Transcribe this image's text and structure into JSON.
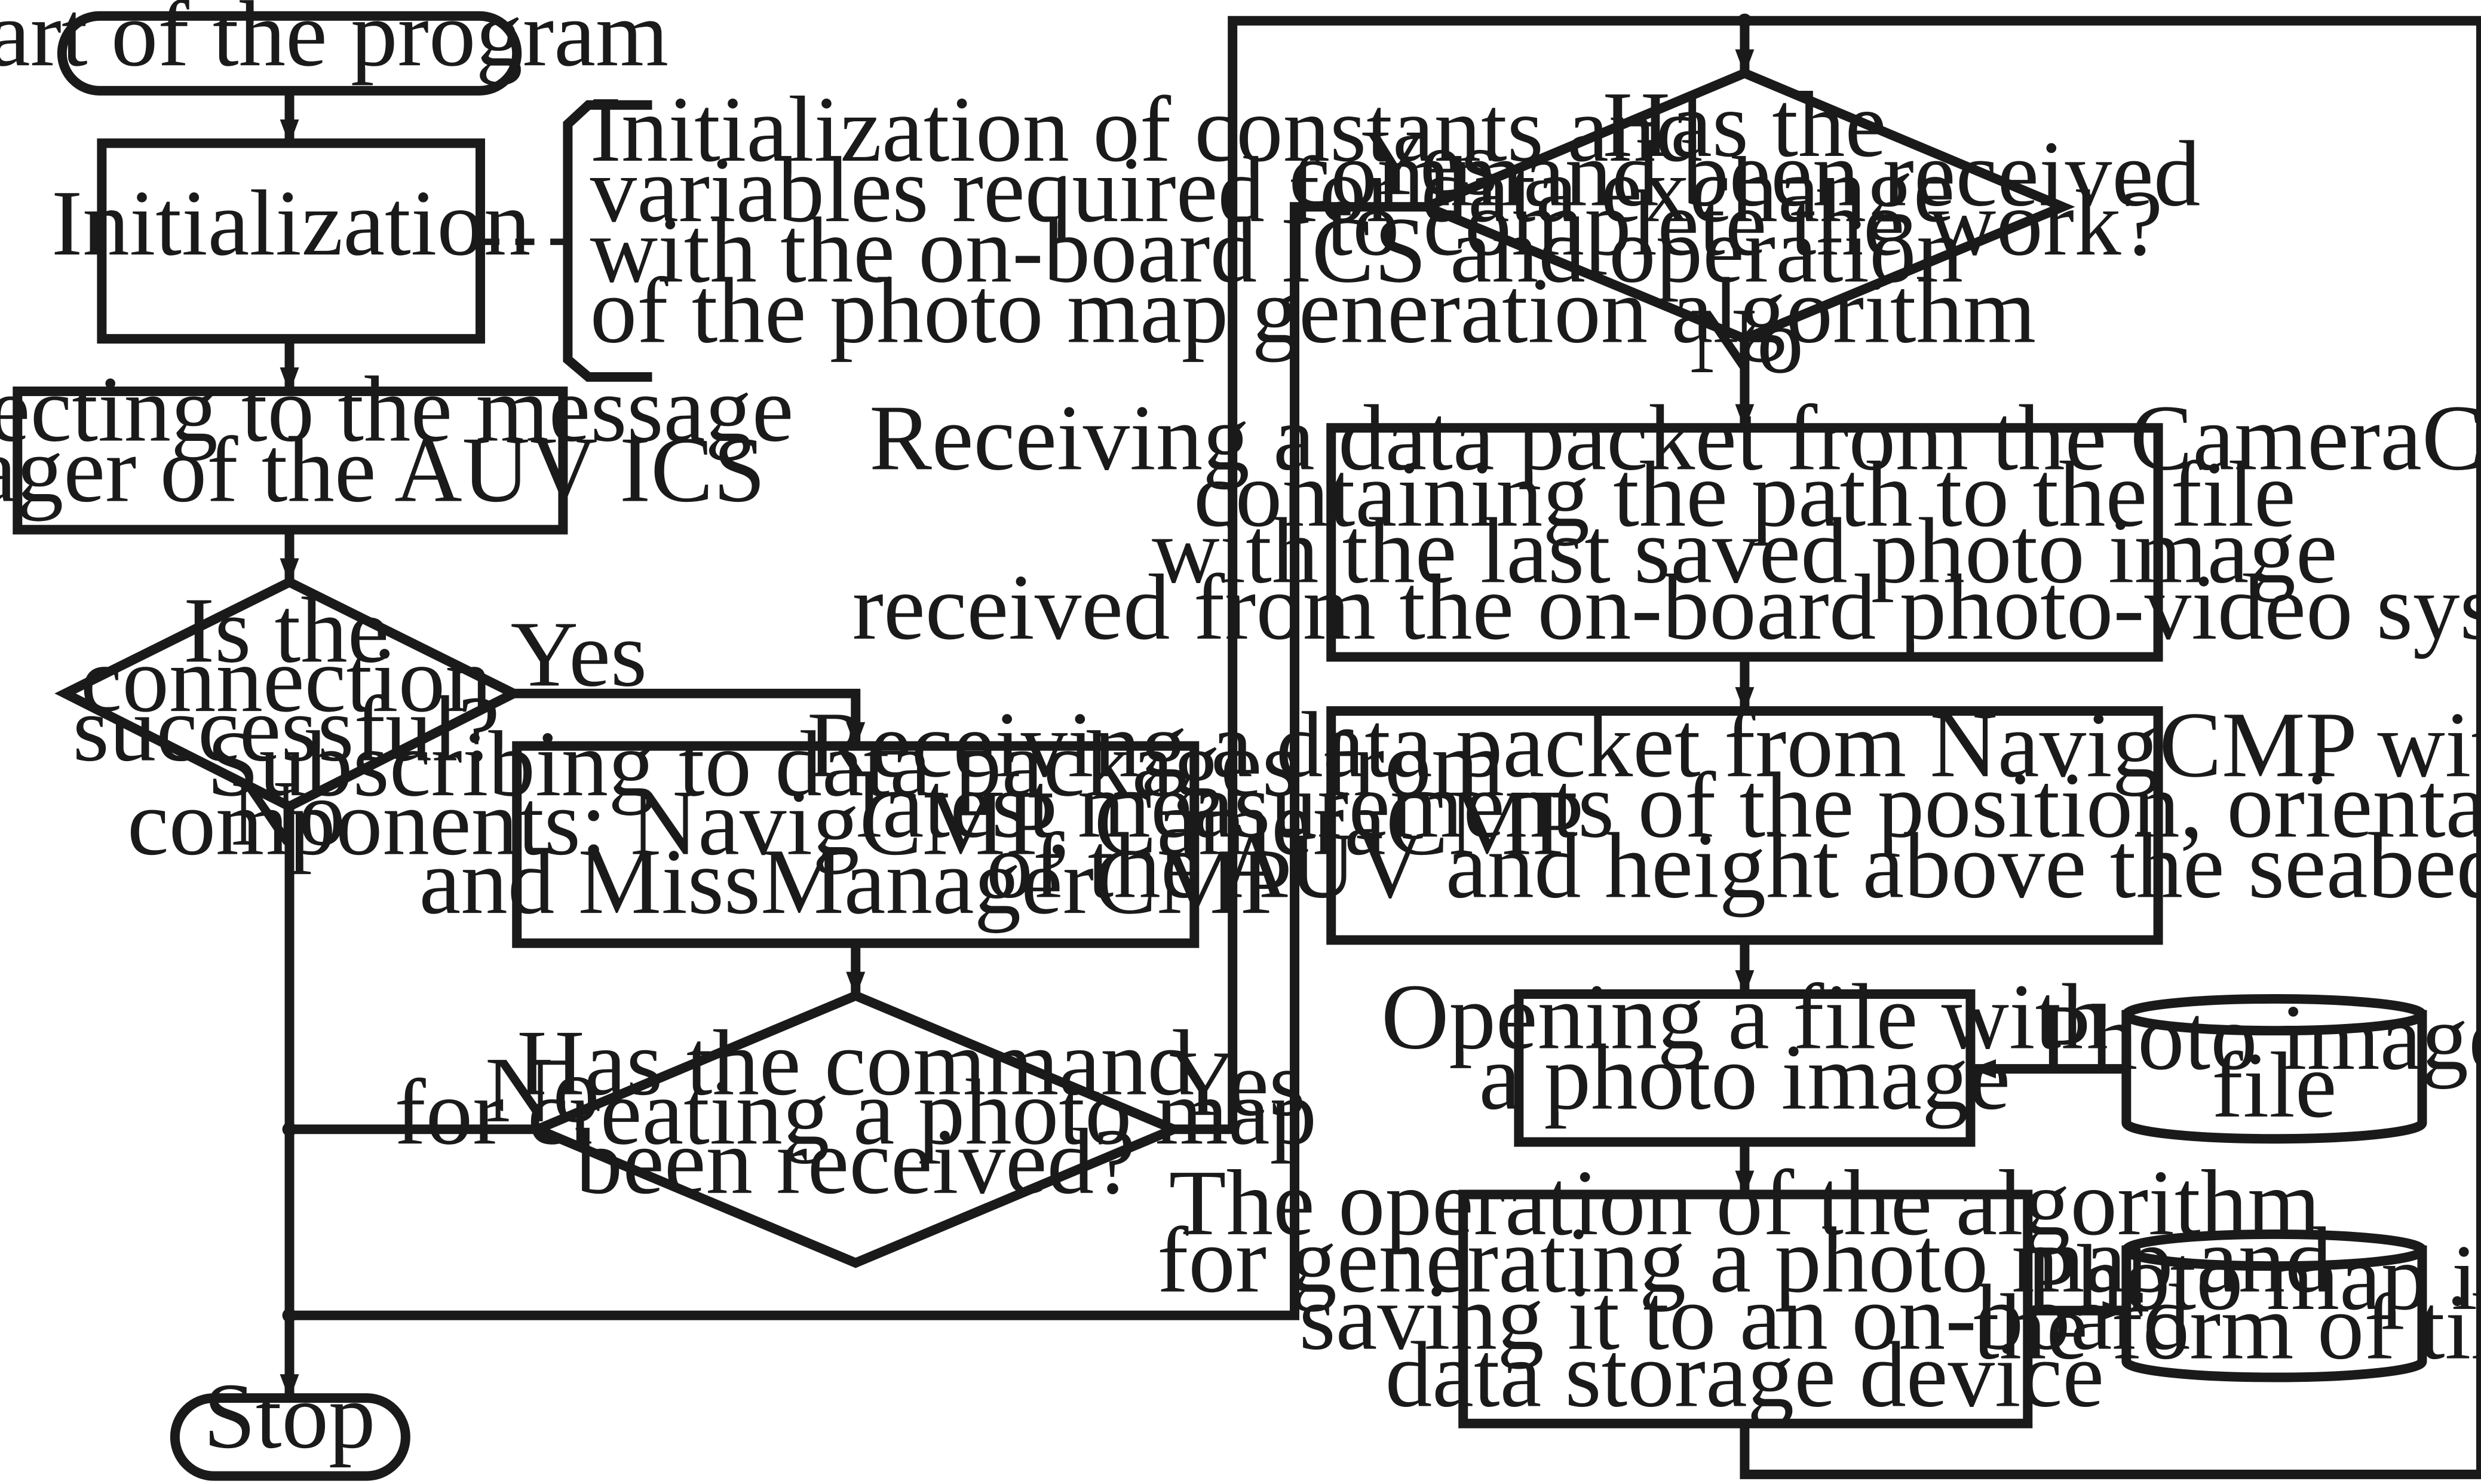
{
  "nodes": {
    "start": {
      "lines": [
        "Start of the program"
      ]
    },
    "init": {
      "lines": [
        "Initialization"
      ]
    },
    "init_note": {
      "lines": [
        "Initialization of constants and",
        "variables required for data exchange",
        "with the on-board ICS and operation",
        "of the photo map generation algorithm"
      ]
    },
    "connect": {
      "lines": [
        "Connecting to the message",
        "manager of the AUV ICS"
      ]
    },
    "conn_ok": {
      "lines": [
        "Is the",
        "connection",
        "successful?"
      ]
    },
    "subscribe": {
      "lines": [
        "Subscribing to data packages from",
        "components: NavigCMP, CameraCMP",
        "and MissManagerCMP"
      ]
    },
    "cmd_create": {
      "lines": [
        "Has the command",
        "for creating a photo map",
        "been received?"
      ]
    },
    "cmd_complete": {
      "lines": [
        "Has the",
        "command been received",
        "to complete the work?"
      ]
    },
    "recv_camera": {
      "lines": [
        "Receiving a data packet from the CameraCMP",
        "containing the path to the file",
        "with the last saved photo image",
        "received from the on-board photo-video system"
      ]
    },
    "recv_navig": {
      "lines": [
        "Receiving a data packet from NavigCMP with the",
        "latest measurements of the position, orientation",
        "of the AUV and height above the seabed"
      ]
    },
    "open_file": {
      "lines": [
        "Opening a file with",
        "a photo image"
      ]
    },
    "photo_file": {
      "lines": [
        "Photo image",
        "file"
      ]
    },
    "algorithm": {
      "lines": [
        "The operation of the algorithm",
        "for generating a photo map and",
        "saving it to an on-board",
        "data storage device"
      ]
    },
    "tiles": {
      "lines": [
        "Photo map in",
        "the form of tiles"
      ]
    },
    "stop": {
      "lines": [
        "Stop"
      ]
    }
  },
  "labels": {
    "conn_yes": "Yes",
    "conn_no": "No",
    "create_no": "No",
    "create_yes": "Yes",
    "complete_yes": "Yes",
    "complete_no": "No"
  },
  "colors": {
    "stroke": "#1a1a1a",
    "fill": "#ffffff",
    "background": "#ffffff"
  }
}
